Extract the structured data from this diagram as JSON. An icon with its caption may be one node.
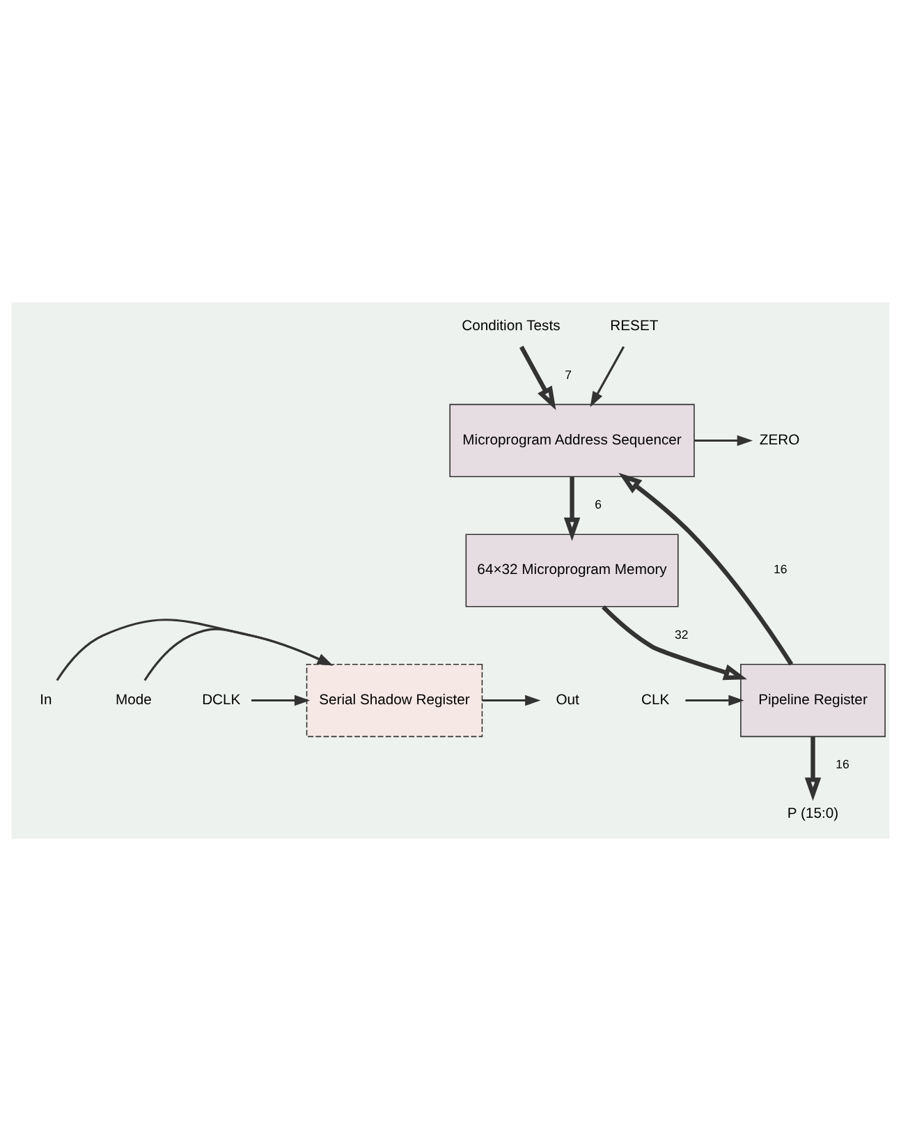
{
  "diagram": {
    "nodes": [
      {
        "text": [
          "Microprogram Address Sequencer"
        ]
      },
      {
        "text": [
          "64×32 Microprogram Memory"
        ]
      },
      {
        "text": [
          "Serial Shadow Register"
        ]
      },
      {
        "text": [
          "Pipeline Register"
        ]
      },
      {
        "text": [
          "Condition Tests"
        ]
      },
      {
        "text": [
          "RESET"
        ]
      },
      {
        "text": [
          "ZERO"
        ]
      },
      {
        "text": [
          "Out"
        ]
      },
      {
        "text": [
          "In"
        ]
      },
      {
        "text": [
          "Mode"
        ]
      },
      {
        "text": [
          "DCLK"
        ]
      },
      {
        "text": [
          "CLK"
        ]
      },
      {
        "text": [
          "P (15:0)"
        ]
      }
    ],
    "edges": [
      {
        "from": 4,
        "to": 0,
        "arrow": "to",
        "label": "7",
        "style": "thick"
      },
      {
        "from": 5,
        "to": 0,
        "arrow": "to"
      },
      {
        "from": 3,
        "to": 0,
        "arrow": "to",
        "label": "16",
        "style": "thick"
      },
      {
        "from": 0,
        "to": 6,
        "arrow": "to"
      },
      {
        "from": 0,
        "to": 1,
        "arrow": "to",
        "label": "6",
        "style": "thick"
      },
      {
        "from": 1,
        "to": 3,
        "arrow": "to",
        "label": "32",
        "style": "thick"
      },
      {
        "from": 2,
        "to": 7,
        "arrow": "to"
      },
      {
        "from": 8,
        "to": 2,
        "arrow": "to"
      },
      {
        "from": 9,
        "to": 2,
        "arrow": "to"
      },
      {
        "from": 10,
        "to": 2,
        "arrow": "to"
      },
      {
        "from": 11,
        "to": 3,
        "arrow": "to"
      },
      {
        "from": 3,
        "to": 12,
        "arrow": "to",
        "label": "16",
        "style": "thick"
      }
    ]
  }
}
